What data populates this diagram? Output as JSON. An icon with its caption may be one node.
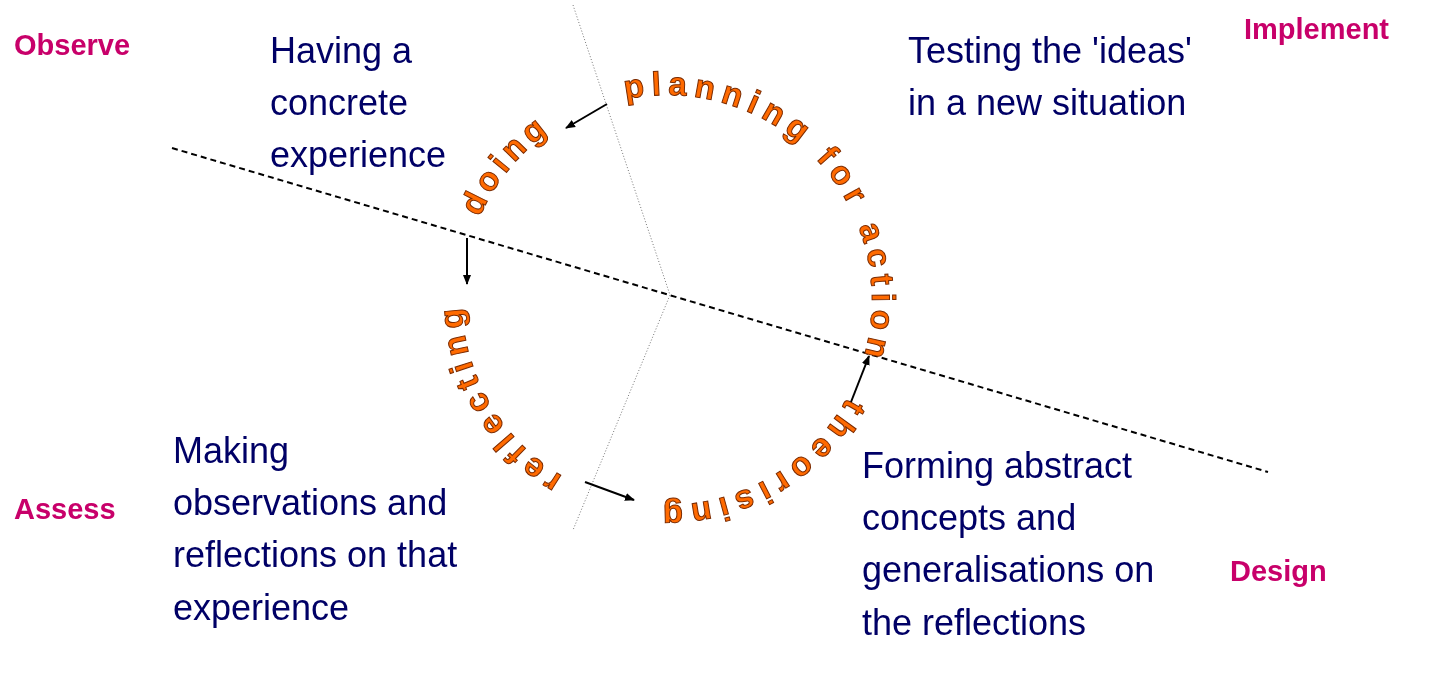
{
  "diagram": {
    "nodes": [
      {
        "text": [
          "planning for action"
        ]
      },
      {
        "text": [
          "doing"
        ]
      },
      {
        "text": [
          "reflecting"
        ]
      },
      {
        "text": [
          "theorising"
        ]
      }
    ],
    "edges": [
      {
        "from": 0,
        "to": 1,
        "arrow": "to"
      },
      {
        "from": 1,
        "to": 2,
        "arrow": "to"
      },
      {
        "from": 2,
        "to": 3,
        "arrow": "to"
      },
      {
        "from": 3,
        "to": 0,
        "arrow": "to"
      }
    ],
    "labels": [
      "Observe",
      "Having a concrete experience",
      "Testing the 'ideas' in a new situation",
      "Implement",
      "Making observations and reflections on that experience",
      "Assess",
      "Forming abstract concepts and generalisations on the reflections",
      "Design"
    ]
  }
}
